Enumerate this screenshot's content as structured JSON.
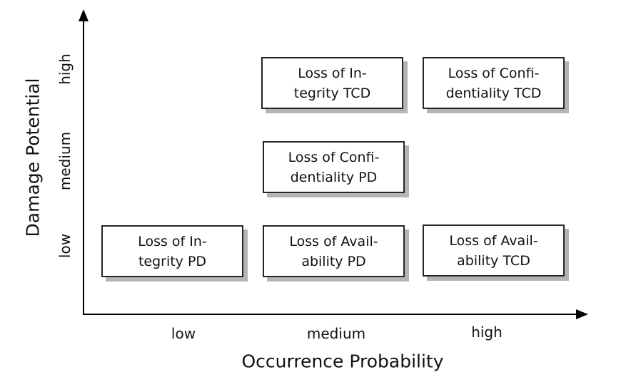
{
  "axes": {
    "x": {
      "label": "Occurrence Probability",
      "ticks": [
        "low",
        "medium",
        "high"
      ]
    },
    "y": {
      "label": "Damage Potential",
      "ticks": [
        "low",
        "medium",
        "high"
      ]
    }
  },
  "boxes": [
    {
      "id": "loss-of-integrity-tcd",
      "lines": [
        "Loss of In-",
        "tegrity TCD"
      ],
      "x": "medium",
      "y": "high"
    },
    {
      "id": "loss-of-confidentiality-tcd",
      "lines": [
        "Loss of Confi-",
        "dentiality TCD"
      ],
      "x": "high",
      "y": "high"
    },
    {
      "id": "loss-of-confidentiality-pd",
      "lines": [
        "Loss of Confi-",
        "dentiality PD"
      ],
      "x": "medium",
      "y": "medium"
    },
    {
      "id": "loss-of-integrity-pd",
      "lines": [
        "Loss of In-",
        "tegrity PD"
      ],
      "x": "low",
      "y": "low"
    },
    {
      "id": "loss-of-availability-pd",
      "lines": [
        "Loss of Avail-",
        "ability PD"
      ],
      "x": "medium",
      "y": "low"
    },
    {
      "id": "loss-of-availability-tcd",
      "lines": [
        "Loss of Avail-",
        "ability TCD"
      ],
      "x": "high",
      "y": "low"
    }
  ],
  "chart_data": {
    "type": "scatter",
    "title": "",
    "xlabel": "Occurrence Probability",
    "ylabel": "Damage Potential",
    "x_ticks": [
      "low",
      "medium",
      "high"
    ],
    "y_ticks": [
      "low",
      "medium",
      "high"
    ],
    "grid": false,
    "legend_position": "none",
    "points": [
      {
        "x": "medium",
        "y": "high",
        "label": "Loss of Integrity TCD"
      },
      {
        "x": "high",
        "y": "high",
        "label": "Loss of Confidentiality TCD"
      },
      {
        "x": "medium",
        "y": "medium",
        "label": "Loss of Confidentiality PD"
      },
      {
        "x": "low",
        "y": "low",
        "label": "Loss of Integrity PD"
      },
      {
        "x": "medium",
        "y": "low",
        "label": "Loss of Availability PD"
      },
      {
        "x": "high",
        "y": "low",
        "label": "Loss of Availability TCD"
      }
    ]
  },
  "colors": {
    "axis": "#000000",
    "text": "#111111",
    "box_border": "#262626",
    "box_background": "#ffffff",
    "box_shadow": "#b4b4b4",
    "background": "#ffffff"
  }
}
